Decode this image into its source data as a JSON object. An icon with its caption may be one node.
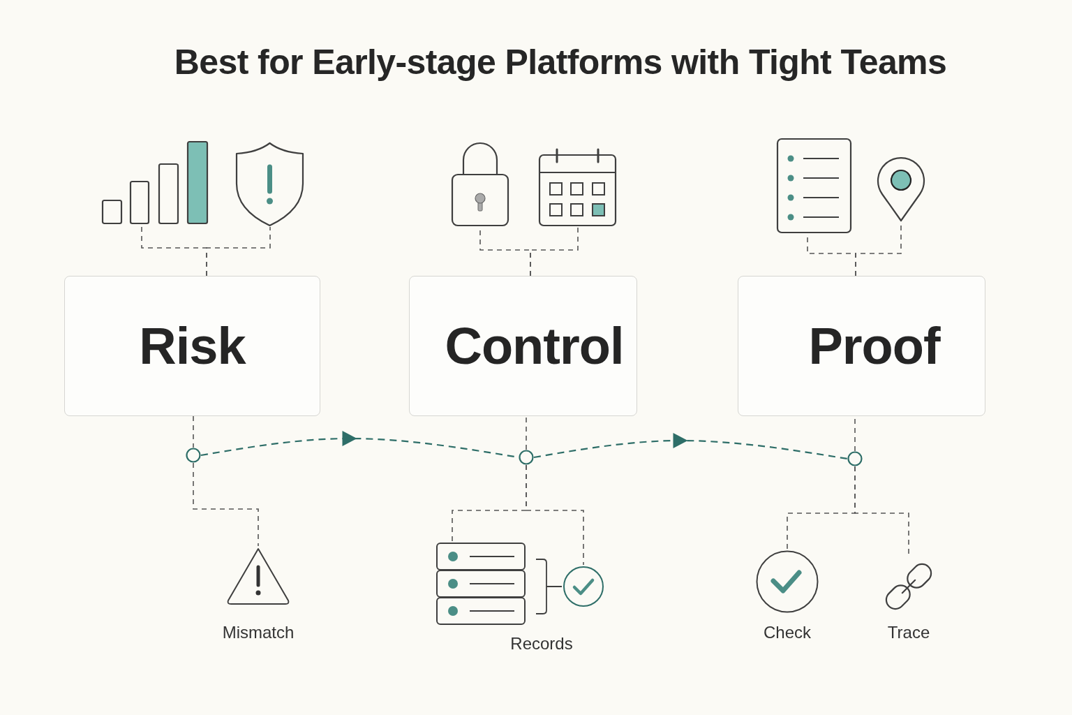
{
  "diagram": {
    "title": "Best for Early-stage Platforms with Tight Teams",
    "nodes": [
      {
        "text": [],
        "shape": "picture"
      },
      {
        "text": [],
        "shape": "picture"
      },
      {
        "text": [],
        "shape": "picture"
      },
      {
        "text": [],
        "shape": "picture"
      },
      {
        "text": [],
        "shape": "picture"
      },
      {
        "text": [],
        "shape": "picture"
      },
      {
        "text": [
          "Risk"
        ]
      },
      {
        "text": [
          "Control"
        ]
      },
      {
        "text": [
          "Proof"
        ]
      },
      {
        "text": [],
        "shape": "circle"
      },
      {
        "text": [],
        "shape": "circle"
      },
      {
        "text": [],
        "shape": "circle"
      },
      {
        "text": [
          "Mismatch"
        ]
      },
      {
        "text": [],
        "shape": "picture"
      },
      {
        "text": [],
        "shape": "picture"
      },
      {
        "text": [
          "Check"
        ]
      },
      {
        "text": [
          "Trace"
        ]
      }
    ],
    "edges": [
      {
        "from": 0,
        "to": 6,
        "arrow": "none",
        "style": "dashed"
      },
      {
        "from": 1,
        "to": 6,
        "arrow": "none",
        "style": "dashed"
      },
      {
        "from": 2,
        "to": 7,
        "arrow": "none",
        "style": "dashed"
      },
      {
        "from": 3,
        "to": 7,
        "arrow": "none",
        "style": "dashed"
      },
      {
        "from": 4,
        "to": 8,
        "arrow": "none",
        "style": "dashed"
      },
      {
        "from": 5,
        "to": 8,
        "arrow": "none",
        "style": "dashed"
      },
      {
        "from": 6,
        "to": 9,
        "arrow": "none",
        "style": "dashed"
      },
      {
        "from": 7,
        "to": 10,
        "arrow": "none",
        "style": "dashed"
      },
      {
        "from": 8,
        "to": 11,
        "arrow": "none",
        "style": "dashed"
      },
      {
        "from": 9,
        "to": 10,
        "arrow": "to",
        "style": "dashed",
        "color": "#2e6e68"
      },
      {
        "from": 10,
        "to": 11,
        "arrow": "to",
        "style": "dashed",
        "color": "#2e6e68"
      },
      {
        "from": 9,
        "to": 12,
        "arrow": "none",
        "style": "dashed"
      },
      {
        "from": 10,
        "to": 13,
        "arrow": "none",
        "style": "dashed"
      },
      {
        "from": 10,
        "to": 14,
        "arrow": "none",
        "style": "dashed"
      },
      {
        "from": 11,
        "to": 15,
        "arrow": "none",
        "style": "dashed"
      },
      {
        "from": 11,
        "to": 16,
        "arrow": "none",
        "style": "dashed"
      }
    ],
    "labels": [
      "Records"
    ]
  }
}
